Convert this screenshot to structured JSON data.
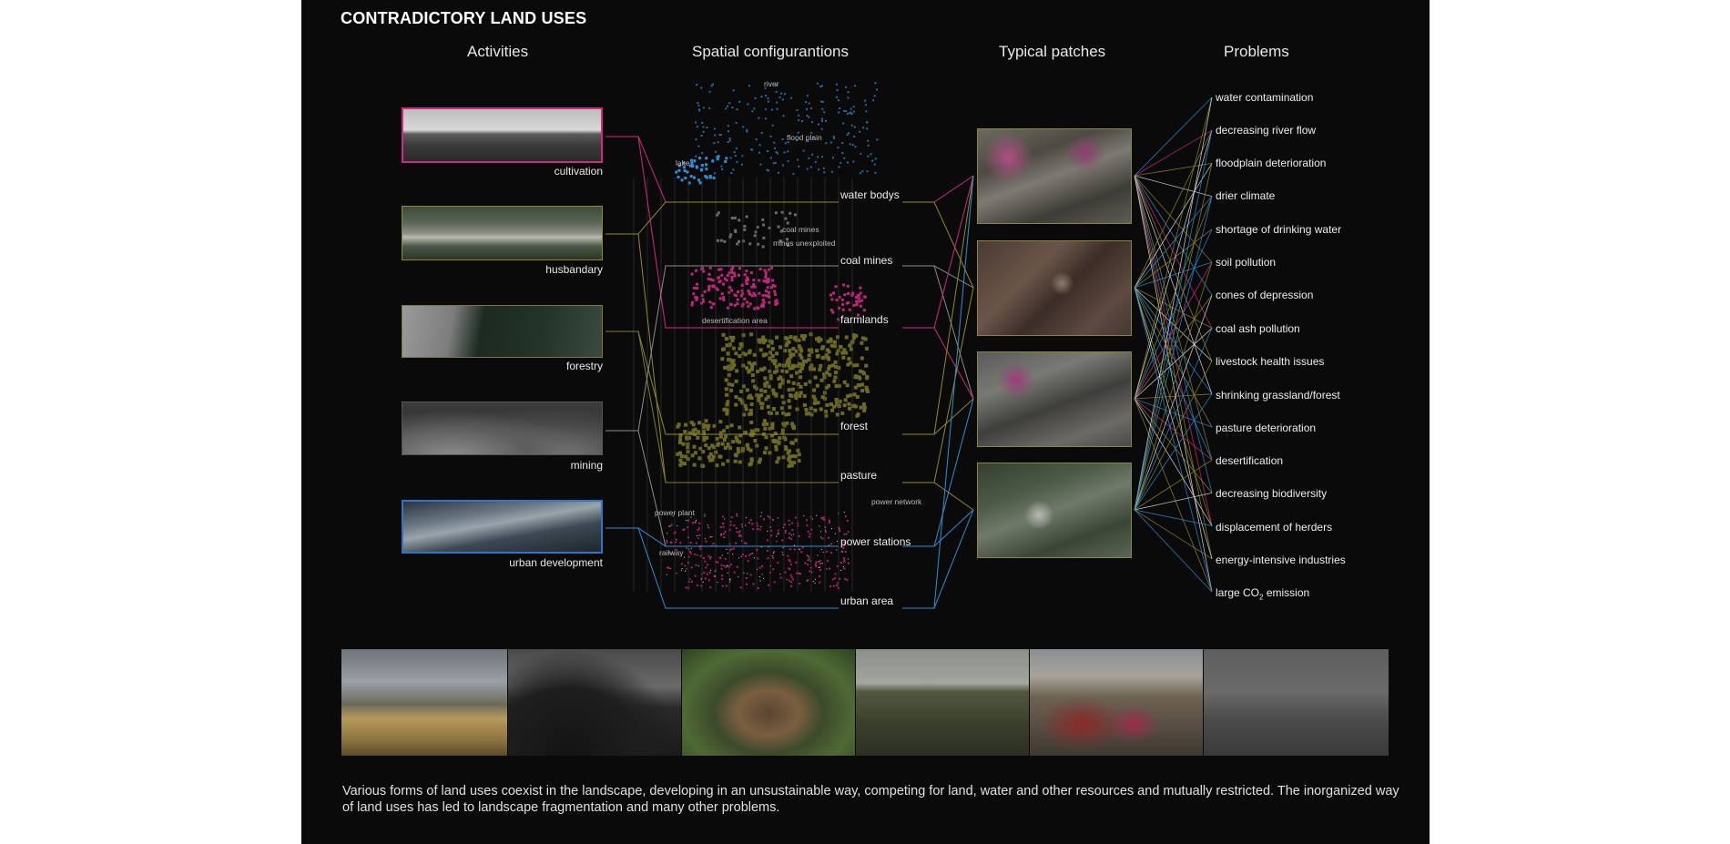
{
  "title": "CONTRADICTORY LAND USES",
  "columns": {
    "activities": "Activities",
    "spatial": "Spatial configurantions",
    "patches": "Typical patches",
    "problems": "Problems"
  },
  "activities": [
    {
      "label": "cultivation",
      "color": "#d12a7e"
    },
    {
      "label": "husbandary",
      "color": "#8f8a2e"
    },
    {
      "label": "forestry",
      "color": "#7d7a38"
    },
    {
      "label": "mining",
      "color": "#666666"
    },
    {
      "label": "urban development",
      "color": "#2f76c4"
    }
  ],
  "configurations": [
    {
      "label": "water bodys"
    },
    {
      "label": "coal mines"
    },
    {
      "label": "farmlands"
    },
    {
      "label": "forest"
    },
    {
      "label": "pasture"
    },
    {
      "label": "power stations"
    },
    {
      "label": "urban area"
    }
  ],
  "map_annotations": {
    "river": "river",
    "flood_plain": "flood plain",
    "lake": "lake",
    "coal_mines": "coal mines",
    "mines_unexploited": "mines unexploited",
    "desertification_area": "desertification area",
    "power_plant": "power plant",
    "power_network": "power network",
    "railway": "railway"
  },
  "patches": [
    {
      "border": "#8a8640"
    },
    {
      "border": "#8a8640"
    },
    {
      "border": "#8a8640"
    },
    {
      "border": "#8a8640"
    }
  ],
  "problems": [
    "water contamination",
    "decreasing river flow",
    "floodplain deterioration",
    "drier climate",
    "shortage of drinking water",
    "soil pollution",
    "cones of depression",
    "coal ash pollution",
    "livestock health issues",
    "shrinking grassland/forest",
    "pasture deterioration",
    "desertification",
    "decreasing biodiversity",
    "displacement of herders",
    "energy-intensive industries"
  ],
  "co2": {
    "pre": "large CO",
    "sub": "2",
    "post": " emission"
  },
  "photos": [
    "landscape-hills",
    "coal-heap",
    "ground-collapse",
    "dead-livestock",
    "herder-family",
    "smog-road"
  ],
  "caption": "Various forms of land uses coexist in the landscape, developing in an unsustainable way, competing for land, water and other resources and mutually restricted. The inorganized way of land uses has led to landscape fragmentation and many other problems.",
  "colors": {
    "magenta": "#d12a7e",
    "olive": "#8f8a2e",
    "blue": "#2f8fd6",
    "grey": "#8c8c8c",
    "white": "#dddddd"
  }
}
